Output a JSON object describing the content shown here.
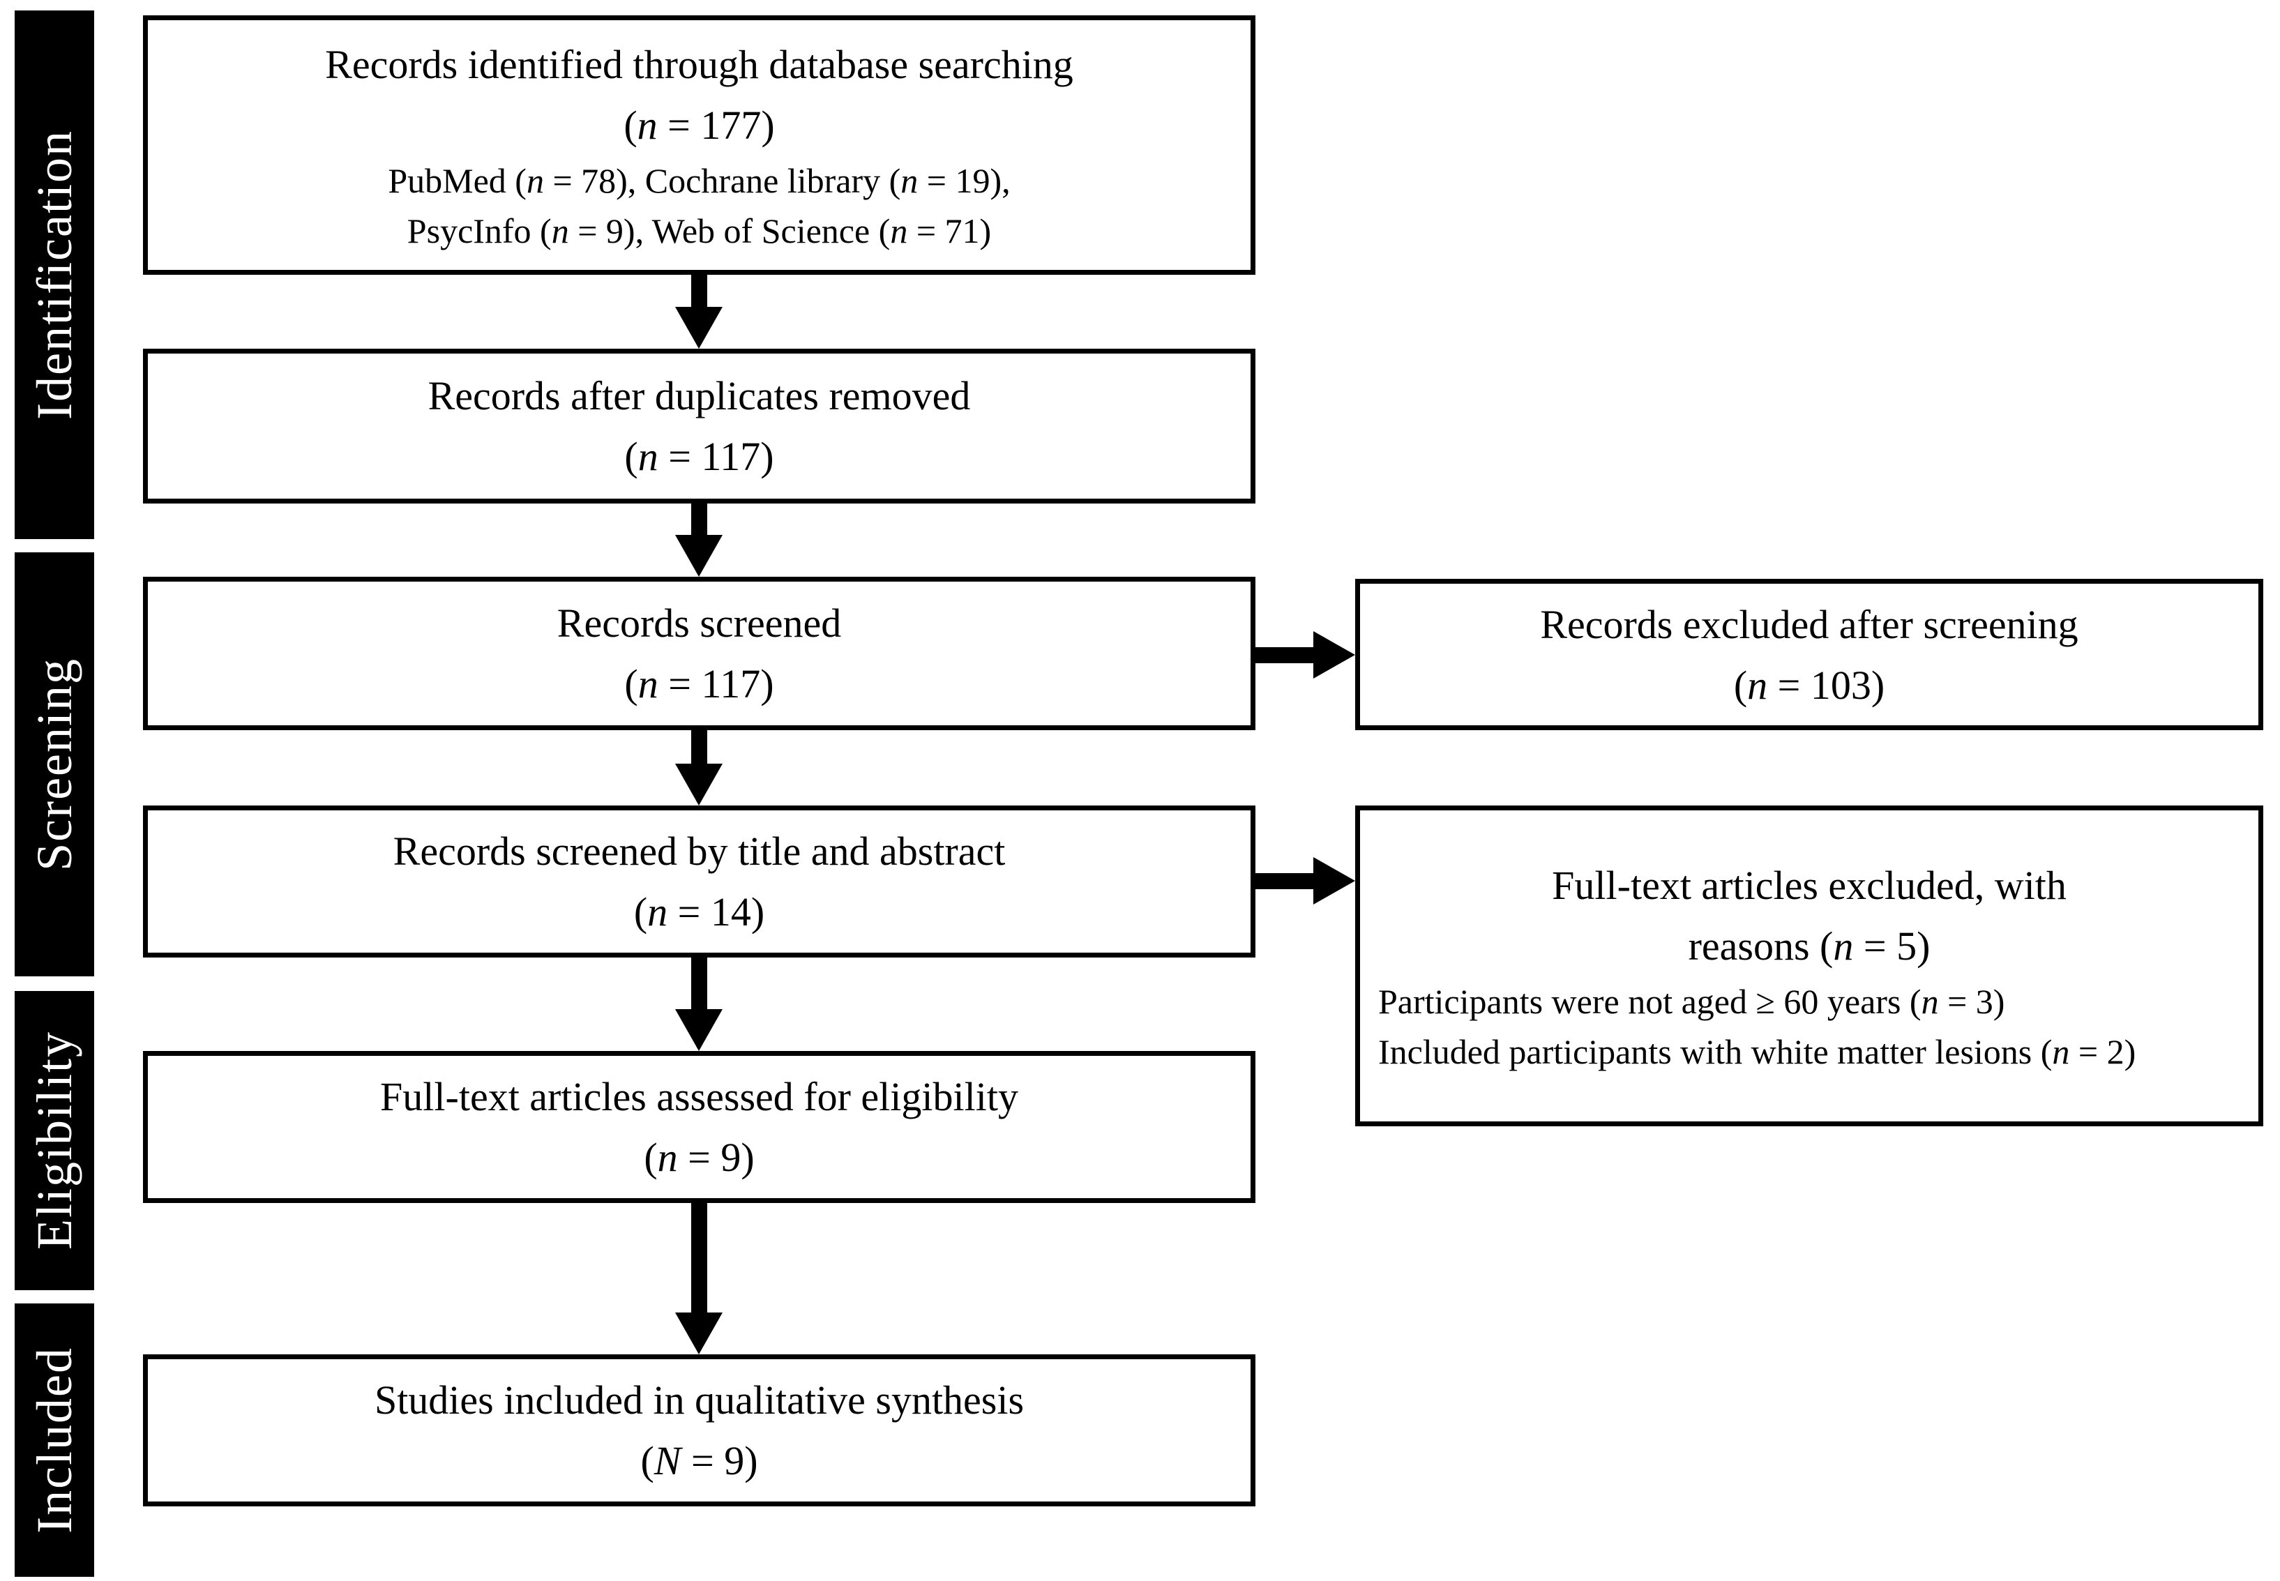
{
  "colors": {
    "stage_bg": "#000000",
    "stage_text": "#ffffff",
    "box_border": "#000000",
    "box_bg": "#ffffff",
    "arrow": "#000000"
  },
  "sidebar": {
    "stages": [
      {
        "label": "Identification"
      },
      {
        "label": "Screening"
      },
      {
        "label": "Eligibility"
      },
      {
        "label": "Included"
      }
    ]
  },
  "flow": {
    "main_boxes": [
      {
        "title": "Records identified through database searching",
        "count": "(*n* = 177)",
        "detail_lines": [
          "PubMed (*n* = 78), Cochrane library (*n* = 19),",
          "PsycInfo (*n* = 9), Web of Science (*n* = 71)"
        ]
      },
      {
        "title": "Records after duplicates removed",
        "count": "(*n* = 117)"
      },
      {
        "title": "Records screened",
        "count": "(*n* = 117)"
      },
      {
        "title": "Records screened by title and abstract",
        "count": "(*n* = 14)"
      },
      {
        "title": "Full-text articles assessed for eligibility",
        "count": "(*n* = 9)"
      },
      {
        "title": "Studies included in qualitative synthesis",
        "count": "(*N* = 9)"
      }
    ],
    "side_boxes": [
      {
        "title": "Records excluded after screening",
        "count": "(*n* = 103)"
      },
      {
        "title_lines": [
          "Full-text articles excluded, with",
          "reasons (*n* = 5)"
        ],
        "reasons": [
          "Participants were not aged ≥ 60 years (*n* = 3)",
          "Included participants with white matter lesions (*n* = 2)"
        ]
      }
    ]
  }
}
